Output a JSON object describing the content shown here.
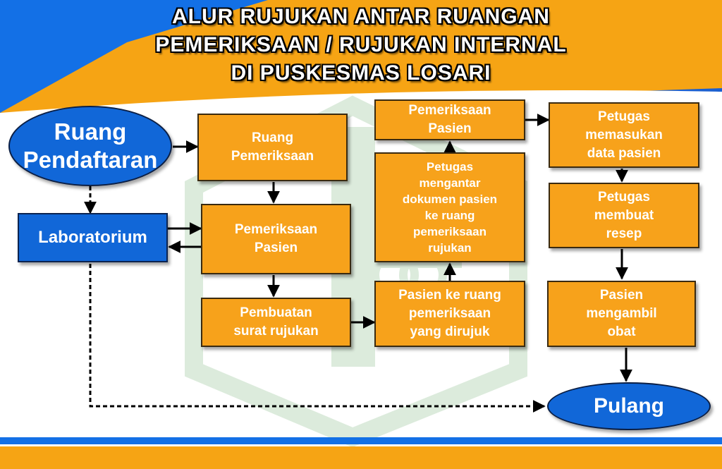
{
  "title": {
    "line1": "ALUR RUJUKAN ANTAR RUANGAN",
    "line2": "PEMERIKSAAN / RUJUKAN INTERNAL",
    "line3": "DI PUSKESMAS LOSARI"
  },
  "nodes": {
    "ruang_pendaftaran": "Ruang\nPendaftaran",
    "laboratorium": "Laboratorium",
    "ruang_pemeriksaan": "Ruang\nPemeriksaan",
    "pemeriksaan_pasien_1": "Pemeriksaan\nPasien",
    "pembuatan_surat": "Pembuatan\nsurat rujukan",
    "pasien_ke_ruang": "Pasien ke ruang\npemeriksaan\nyang dirujuk",
    "petugas_mengantar": "Petugas\nmengantar\ndokumen pasien\nke ruang\npemeriksaan\nrujukan",
    "pemeriksaan_pasien_2": "Pemeriksaan\nPasien",
    "petugas_memasukan": "Petugas\nmemasukan\ndata pasien",
    "petugas_membuat": "Petugas\nmembuat\nresep",
    "pasien_mengambil": "Pasien\nmengambil\nobat",
    "pulang": "Pulang"
  },
  "colors": {
    "banner_blue": "#1370e6",
    "banner_orange": "#f6a414",
    "box_orange": "#f7a21b",
    "node_blue": "#1167d8",
    "watermark_green": "#dcebdc"
  }
}
